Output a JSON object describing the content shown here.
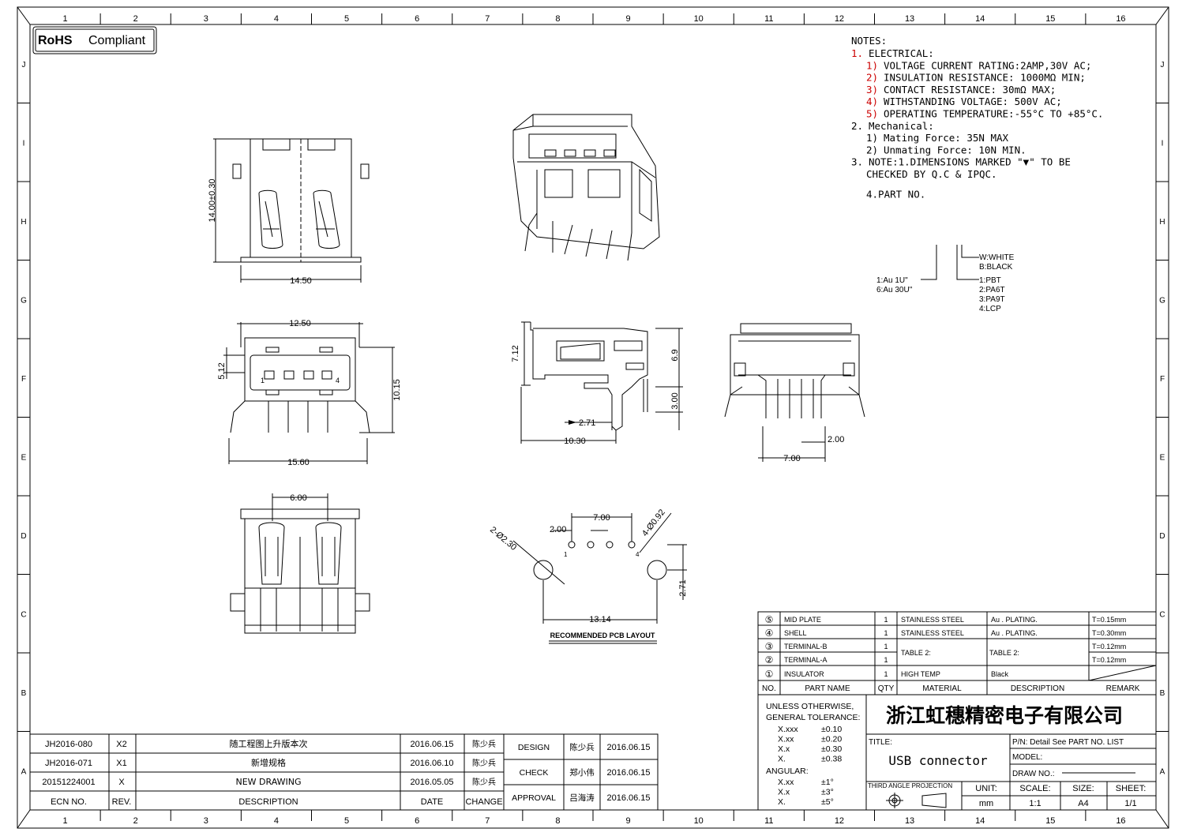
{
  "rohs": {
    "bold": "RoHS",
    "rest": "Compliant"
  },
  "grid": {
    "cols": [
      "1",
      "2",
      "3",
      "4",
      "5",
      "6",
      "7",
      "8",
      "9",
      "10",
      "11",
      "12",
      "13",
      "14",
      "15",
      "16"
    ],
    "rows": [
      "J",
      "I",
      "H",
      "G",
      "F",
      "E",
      "D",
      "C",
      "B",
      "A"
    ]
  },
  "notes": {
    "title": "NOTES:",
    "lines": [
      {
        "num": "1.",
        "text": "ELECTRICAL:"
      },
      {
        "num": "1)",
        "text": "VOLTAGE CURRENT RATING:2AMP,30V AC;"
      },
      {
        "num": "2)",
        "text": "INSULATION RESISTANCE: 1000MΩ MIN;"
      },
      {
        "num": "3)",
        "text": "CONTACT RESISTANCE: 30mΩ MAX;"
      },
      {
        "num": "4)",
        "text": "WITHSTANDING VOLTAGE: 500V AC;"
      },
      {
        "num": "5)",
        "text": "OPERATING TEMPERATURE:-55°C TO +85°C."
      },
      {
        "num": "2.",
        "text": "Mechanical:"
      },
      {
        "num": "1)",
        "text": "Mating Force:  35N MAX"
      },
      {
        "num": "2)",
        "text": "Unmating Force:  10N MIN."
      },
      {
        "num": "3.",
        "text": "NOTE:1.DIMENSIONS MARKED \"▼\" TO BE"
      },
      {
        "num": "",
        "text": "CHECKED BY Q.C & IPQC."
      },
      {
        "num": "",
        "text": "4.PART NO."
      }
    ],
    "part_codes": {
      "color": [
        "W:WHITE",
        "B:BLACK"
      ],
      "plating": [
        "1:Au 1U\"",
        "6:Au 30U\""
      ],
      "material": [
        "1:PBT",
        "2:PA6T",
        "3:PA9T",
        "4:LCP"
      ]
    }
  },
  "dims": {
    "top_height": "14.00±0.30",
    "top_width": "14.50",
    "front_top": "12.50",
    "front_left": "5.12",
    "front_right": "10.15",
    "front_bottom": "15.60",
    "pin1": "1",
    "pin4": "4",
    "side_h1": "7.12",
    "side_h2": "6.9",
    "side_h3": "3.00",
    "side_w1": "2.71",
    "side_w2": "10.30",
    "rear_w1": "2.00",
    "rear_w2": "7.00",
    "bottom_w": "6.00",
    "pcb_w1": "7.00",
    "pcb_w2": "2.00",
    "pcb_hole1": "2-Ø2.30",
    "pcb_hole2": "4-Ø0.92",
    "pcb_h": "2.71",
    "pcb_span": "13.14",
    "pcb_label": "RECOMMENDED PCB LAYOUT"
  },
  "bom": {
    "rows": [
      {
        "no": "⑤",
        "part": "MID PLATE",
        "qty": "1",
        "material": "STAINLESS STEEL",
        "desc": "Au . PLATING.",
        "remark": "T=0.15mm"
      },
      {
        "no": "④",
        "part": "SHELL",
        "qty": "1",
        "material": "STAINLESS STEEL",
        "desc": "Au . PLATING.",
        "remark": "T=0.30mm"
      },
      {
        "no": "③",
        "part": "TERMINAL-B",
        "qty": "1",
        "material": "",
        "desc": "",
        "remark": "T=0.12mm"
      },
      {
        "no": "②",
        "part": "TERMINAL-A",
        "qty": "1",
        "material": "",
        "desc": "",
        "remark": "T=0.12mm"
      },
      {
        "no": "①",
        "part": "INSULATOR",
        "qty": "1",
        "material": "HIGH TEMP",
        "desc": "Black",
        "remark": ""
      }
    ],
    "merged_material": "TABLE 2:",
    "merged_desc": "TABLE 2:",
    "header": {
      "no": "NO.",
      "part": "PART NAME",
      "qty": "QTY",
      "material": "MATERIAL",
      "desc": "DESCRIPTION",
      "remark": "REMARK"
    }
  },
  "tolerance": {
    "l1": "UNLESS OTHERWISE,",
    "l2": "GENERAL TOLERANCE:",
    "linear": [
      [
        "X.xxx",
        "±0.10"
      ],
      [
        "X.xx",
        "±0.20"
      ],
      [
        "X.x",
        "±0.30"
      ],
      [
        "X.",
        "±0.38"
      ]
    ],
    "angular_label": "ANGULAR:",
    "angular": [
      [
        "X.xx",
        "±1°"
      ],
      [
        "X.x",
        "±3°"
      ],
      [
        "X.",
        "±5°"
      ]
    ]
  },
  "company": "浙江虹穗精密电子有限公司",
  "title_block": {
    "title_label": "TITLE:",
    "title": "USB connector",
    "pn": "P/N: Detail See PART NO. LIST",
    "model": "MODEL:",
    "draw_no": "DRAW NO.:",
    "projection": "THIRD ANGLE PROJECTION",
    "unit_label": "UNIT:",
    "unit": "mm",
    "scale_label": "SCALE:",
    "scale": "1:1",
    "size_label": "SIZE:",
    "size": "A4",
    "sheet_label": "SHEET:",
    "sheet": "1/1"
  },
  "revisions": [
    {
      "ecn": "JH2016-080",
      "rev": "X2",
      "desc": "随工程图上升版本次",
      "date": "2016.06.15",
      "by": "陈少兵"
    },
    {
      "ecn": "JH2016-071",
      "rev": "X1",
      "desc": "新增规格",
      "date": "2016.06.10",
      "by": "陈少兵"
    },
    {
      "ecn": "20151224001",
      "rev": "X",
      "desc": "NEW DRAWING",
      "date": "2016.05.05",
      "by": "陈少兵"
    }
  ],
  "rev_header": {
    "ecn": "ECN NO.",
    "rev": "REV.",
    "desc": "DESCRIPTION",
    "date": "DATE",
    "change": "CHANGE"
  },
  "approvals": [
    {
      "role": "DESIGN",
      "name": "陈少兵",
      "date": "2016.06.15"
    },
    {
      "role": "CHECK",
      "name": "郑小伟",
      "date": "2016.06.15"
    },
    {
      "role": "APPROVAL",
      "name": "吕海涛",
      "date": "2016.06.15"
    }
  ]
}
